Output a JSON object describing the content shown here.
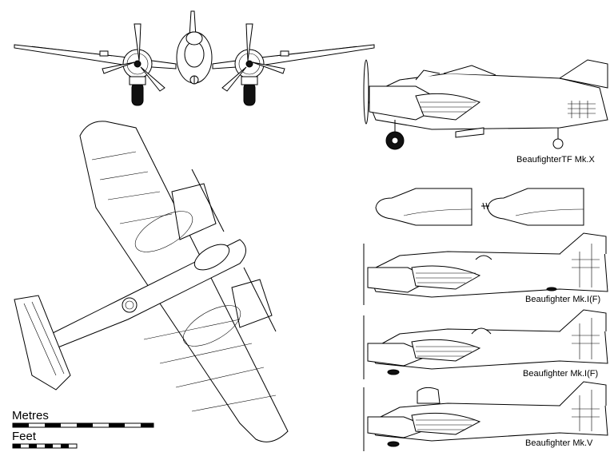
{
  "labels": {
    "tf_mk_x": "BeaufighterTF Mk.X",
    "mk_if_1": "Beaufighter Mk.I(F)",
    "mk_if_2": "Beaufighter Mk.I(F)",
    "mk_v": "Beaufighter Mk.V"
  },
  "scale": {
    "metres": "Metres",
    "feet": "Feet"
  },
  "colors": {
    "line": "#000000",
    "background": "#ffffff",
    "shade": "#555555"
  }
}
